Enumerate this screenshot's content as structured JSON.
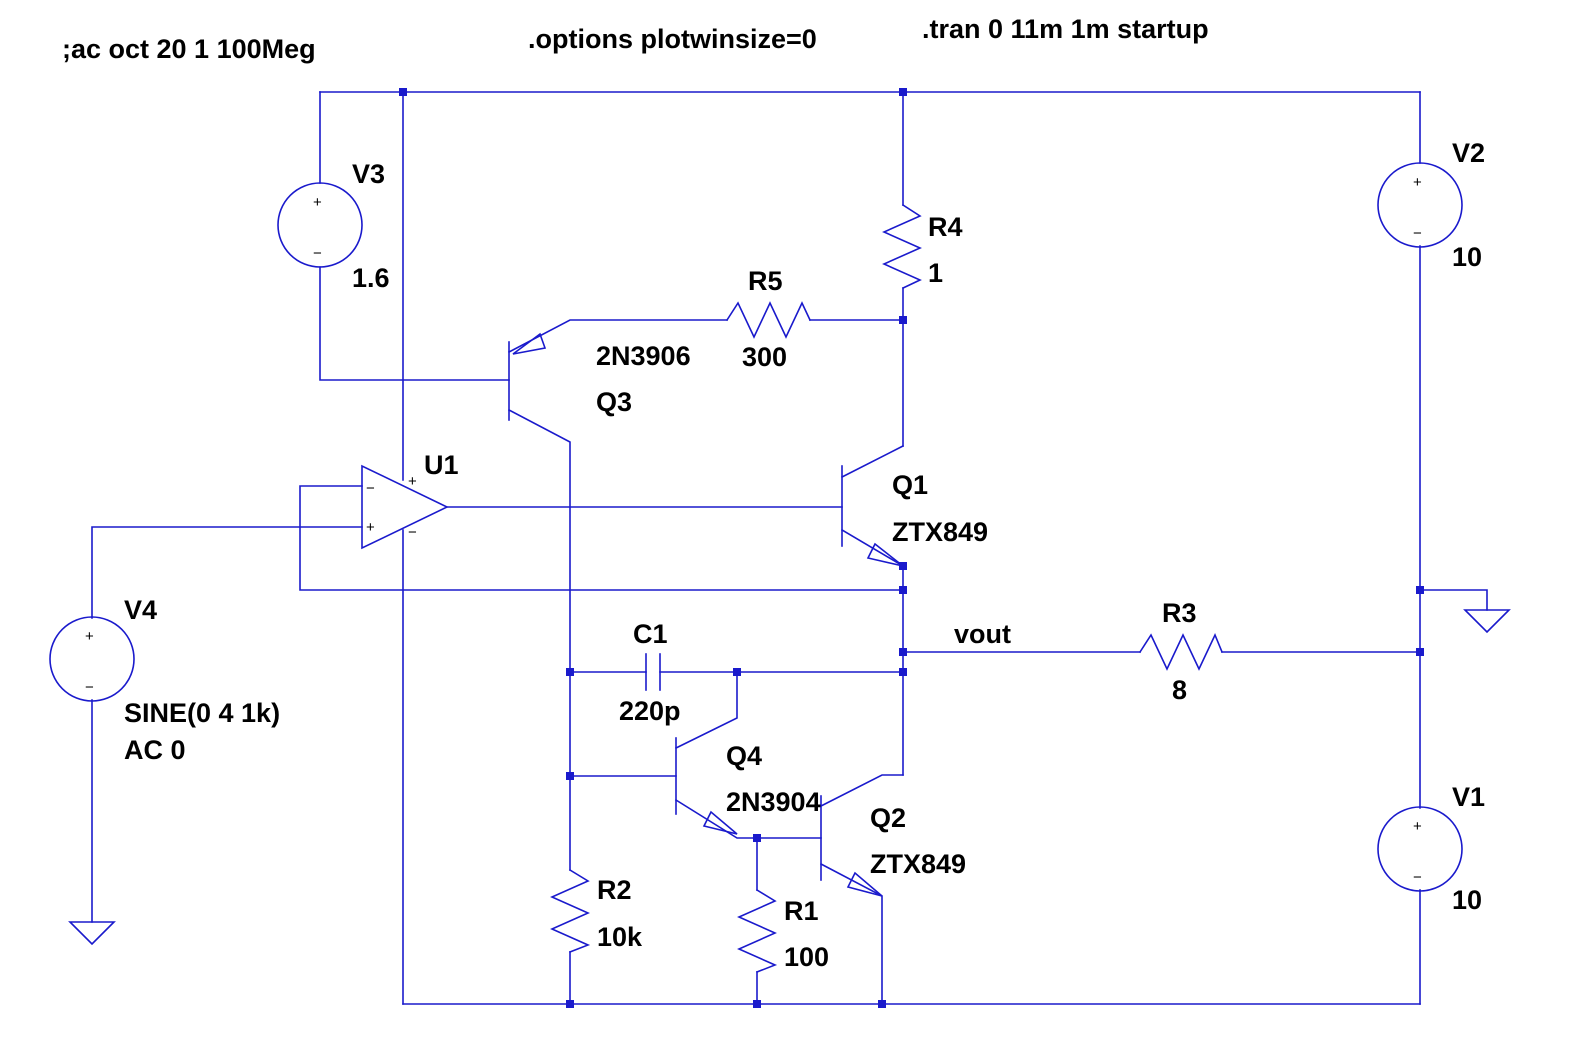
{
  "colors": {
    "wire": "#1a1acc",
    "junction": "#1a1acc",
    "text": "#000000",
    "background": "#ffffff"
  },
  "directives": {
    "ac": ";ac oct 20 1 100Meg",
    "options": ".options plotwinsize=0",
    "tran": ".tran 0 11m 1m startup"
  },
  "net_labels": {
    "vout": "vout"
  },
  "components": {
    "V1": {
      "name": "V1",
      "value": "10"
    },
    "V2": {
      "name": "V2",
      "value": "10"
    },
    "V3": {
      "name": "V3",
      "value": "1.6"
    },
    "V4": {
      "name": "V4",
      "value_line1": "SINE(0 4 1k)",
      "value_line2": "AC 0"
    },
    "R1": {
      "name": "R1",
      "value": "100"
    },
    "R2": {
      "name": "R2",
      "value": "10k"
    },
    "R3": {
      "name": "R3",
      "value": "8"
    },
    "R4": {
      "name": "R4",
      "value": "1"
    },
    "R5": {
      "name": "R5",
      "value": "300"
    },
    "C1": {
      "name": "C1",
      "value": "220p"
    },
    "Q1": {
      "name": "Q1",
      "model": "ZTX849"
    },
    "Q2": {
      "name": "Q2",
      "model": "ZTX849"
    },
    "Q3": {
      "name": "Q3",
      "model": "2N3906"
    },
    "Q4": {
      "name": "Q4",
      "model": "2N3904"
    },
    "U1": {
      "name": "U1",
      "pin_plus": "+",
      "pin_minus": "−",
      "in_minus": "−",
      "in_plus": "+"
    }
  },
  "source_polarity": {
    "plus": "+",
    "minus": "−"
  }
}
